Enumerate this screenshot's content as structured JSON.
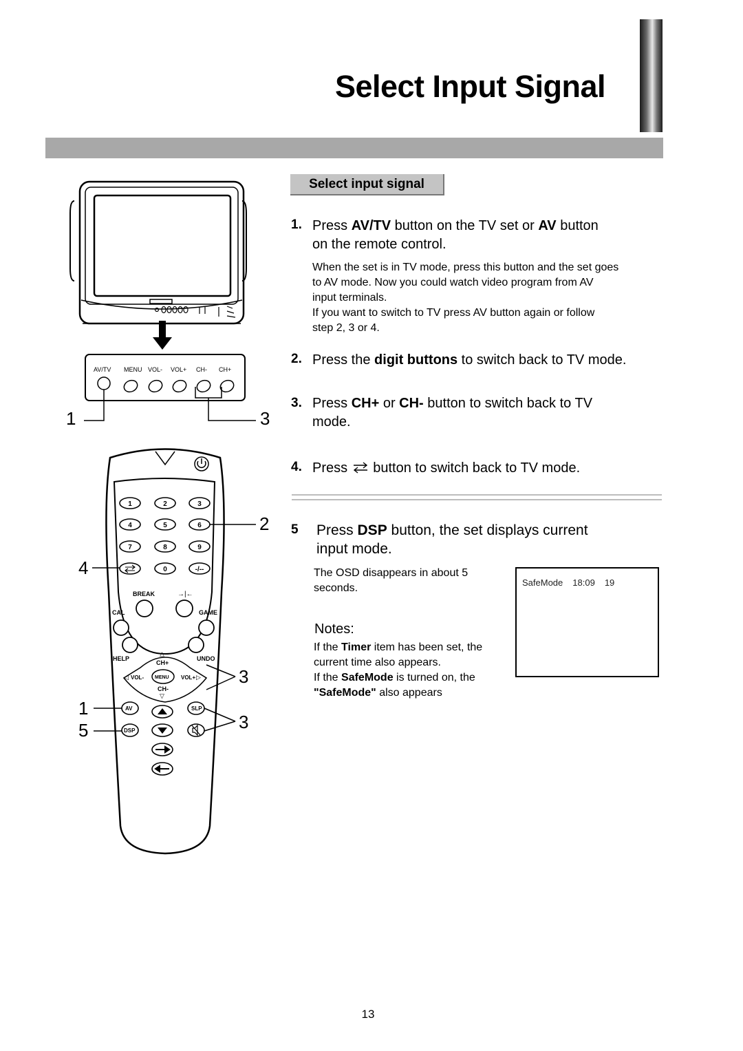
{
  "page": {
    "title": "Select Input Signal",
    "section_label": "Select input signal",
    "page_number": "13"
  },
  "steps": {
    "s1": {
      "num": "1.",
      "pre": "Press ",
      "b1": "AV/TV",
      "mid": " button on the TV set or ",
      "b2": "AV",
      "post": " button",
      "line2": "on the remote control.",
      "detail": [
        "When the set is in TV mode, press this button and the set goes",
        "to AV mode. Now you could watch video program from AV",
        "input terminals.",
        "If you want to switch to TV press AV button again or follow",
        "step 2, 3 or 4."
      ]
    },
    "s2": {
      "num": "2.",
      "pre": "Press the ",
      "b1": "digit buttons",
      "post": " to switch back to TV mode."
    },
    "s3": {
      "num": "3.",
      "pre": "Press ",
      "b1": "CH+",
      "mid": " or ",
      "b2": "CH-",
      "post": " button to switch back to TV",
      "line2": "mode."
    },
    "s4": {
      "num": "4.",
      "pre": "Press ",
      "post": " button to switch back to TV mode."
    },
    "s5": {
      "num": "5",
      "pre": "Press ",
      "b1": "DSP",
      "post": " button, the set displays current",
      "line2": "input mode."
    }
  },
  "osd_note": [
    "The OSD disappears in about 5",
    "seconds."
  ],
  "notes": {
    "heading": "Notes:",
    "n1_pre": "If the ",
    "n1_b": "Timer",
    "n1_post": " item has been set, the",
    "n1_line2": "current time also appears.",
    "n2_pre": "If the ",
    "n2_b": "SafeMode",
    "n2_post": " is turned on, the",
    "n2_b2": "\"SafeMode\"",
    "n2_post2": " also appears"
  },
  "osd": {
    "mode": "SafeMode",
    "time": "18:09",
    "channel": "19"
  },
  "tv_panel": {
    "labels": [
      "AV/TV",
      "MENU",
      "VOL-",
      "VOL+",
      "CH-",
      "CH+"
    ]
  },
  "remote": {
    "digits": [
      "1",
      "2",
      "3",
      "4",
      "5",
      "6",
      "7",
      "8",
      "9",
      "0",
      "-/--"
    ],
    "labels": {
      "break": "BREAK",
      "cal": "CAL",
      "game": "GAME",
      "help": "HELP",
      "undo": "UNDO",
      "ch_plus": "CH+",
      "ch_minus": "CH-",
      "vol_minus": "VOL-",
      "vol_plus": "VOL+",
      "menu": "MENU",
      "av": "AV",
      "dsp": "DSP",
      "slp": "SLP"
    }
  },
  "callouts": {
    "tv_left": "1",
    "tv_right": "3",
    "r_2": "2",
    "r_4": "4",
    "r_3a": "3",
    "r_1": "1",
    "r_5": "5",
    "r_3b": "3"
  },
  "icons": {
    "power": "power-icon",
    "swap": "swap-arrows-icon",
    "mute": "mute-icon"
  }
}
